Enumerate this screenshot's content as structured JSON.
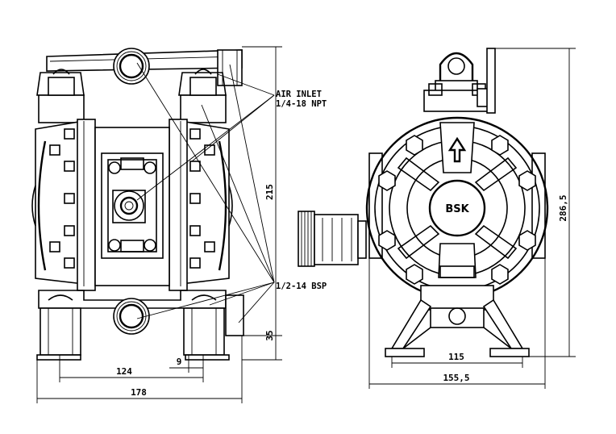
{
  "labels": {
    "air_inlet_line1": "AIR INLET",
    "air_inlet_line2": "1/4-18 NPT",
    "port_thread": "1/2-14 BSP",
    "logo": "BSK"
  },
  "dimensions": {
    "front_width_total": "178",
    "front_width_inner": "124",
    "offset_small": "9",
    "height_ports": "215",
    "base_height": "35",
    "side_height_total": "286,5",
    "side_foot_width": "115",
    "side_width_total": "155,5"
  }
}
